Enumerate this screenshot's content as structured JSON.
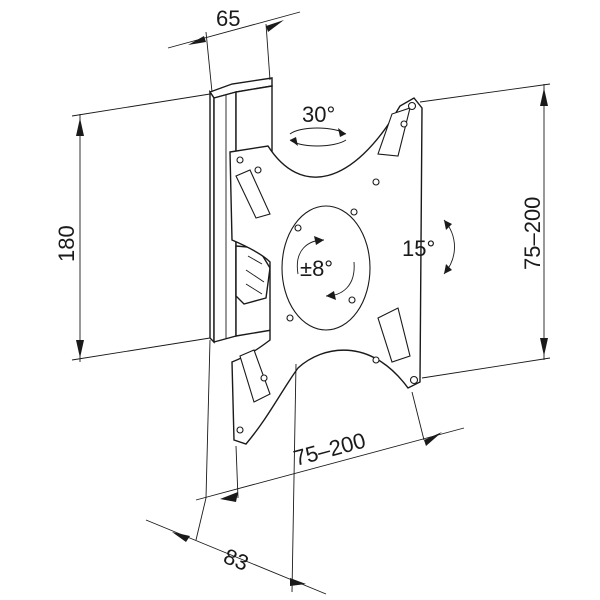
{
  "diagram": {
    "dimensions": {
      "top_width": "65",
      "wall_height": "180",
      "vesa_vertical": "75–200",
      "vesa_horizontal": "75–200",
      "depth": "83"
    },
    "angles": {
      "swivel": "30°",
      "rotation": "±8°",
      "tilt": "15°"
    }
  }
}
